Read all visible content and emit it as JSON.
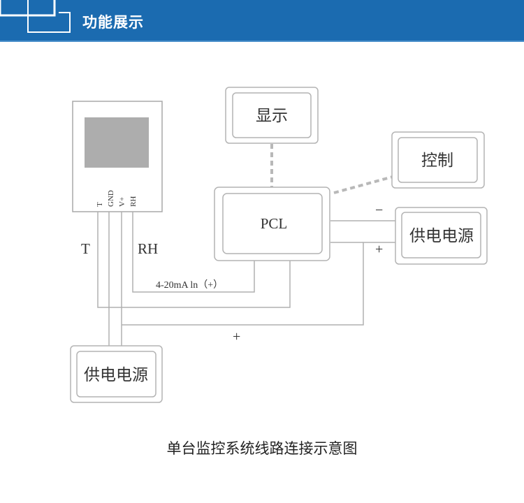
{
  "header": {
    "title": "功能展示"
  },
  "diagram": {
    "sensor_pins": [
      "T",
      "GND",
      "V+",
      "RH"
    ],
    "display_box": "显示",
    "control_box": "控制",
    "pcl_box": "PCL",
    "power_right_box": "供电电源",
    "power_bottom_box": "供电电源",
    "label_t": "T",
    "label_rh": "RH",
    "signal_label": "4-20mA  ln（+）",
    "minus_sign": "−",
    "plus_sign_right": "+",
    "plus_sign_bottom": "+"
  },
  "caption": "单台监控系统线路连接示意图"
}
